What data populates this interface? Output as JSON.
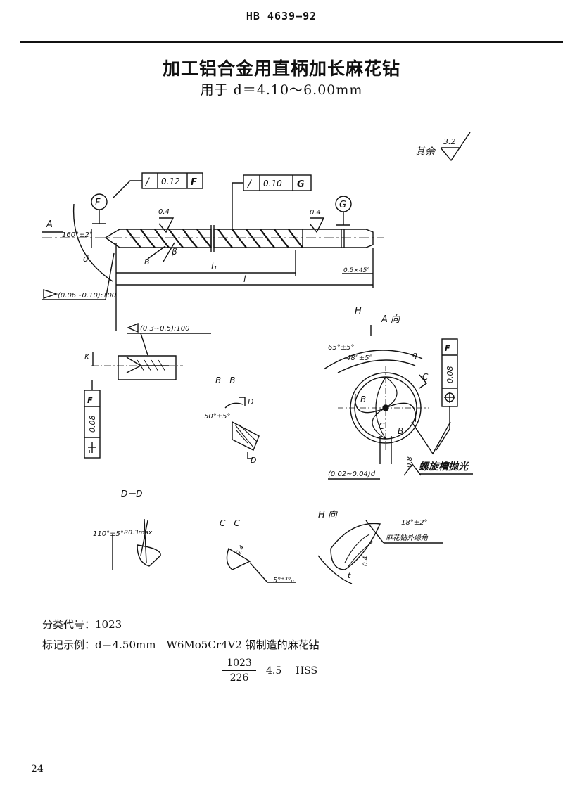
{
  "header": {
    "standard_no": "HB 4639—92"
  },
  "title": "加工铝合金用直柄加长麻花钻",
  "subtitle": "用于 d＝4.10～6.00mm",
  "drawing": {
    "roughness_other_label": "其余",
    "roughness_other_value": "3.2",
    "tol1": {
      "symbol": "/",
      "value": "0.12",
      "datum": "F"
    },
    "tol2": {
      "symbol": "/",
      "value": "0.10",
      "datum": "G"
    },
    "datum_f": "F",
    "datum_g": "G",
    "rough_04a": "0.4",
    "rough_04b": "0.4",
    "section_a": "A",
    "point_angle": "160°±2°",
    "dia_d": "d",
    "label_b": "B",
    "label_beta": "β",
    "l1": "l₁",
    "l": "l",
    "chamfer": "0.5×45°",
    "taper1": "(0.06~0.10):100",
    "taper2": "(0.3~0.5):100",
    "label_k": "K",
    "tol3": {
      "value": "0.08",
      "datum": "F"
    },
    "view_h_label": "H",
    "view_a_label": "A 向",
    "angle_65": "65°±5°",
    "angle_48": "48°±5°",
    "label_q": "q",
    "label_c": "C",
    "label_bb1": "B",
    "label_bb2": "B",
    "label_cc": "C",
    "tol4": {
      "value": "0.08",
      "datum": "F"
    },
    "rough_08": "0.8",
    "web_dim": "(0.02~0.04)d",
    "flute_polish": "螺旋槽抛光",
    "sec_bb": "B－B",
    "angle_50": "50°±5°",
    "label_d1": "D",
    "label_d2": "D",
    "sec_dd": "D－D",
    "angle_110": "110°±5°",
    "r_max": "R0.3max",
    "sec_cc": "C－C",
    "rough_04c": "0.4",
    "angle_5": "5°⁺³°₀",
    "view_h": "H 向",
    "angle_18": "18°±2°",
    "rough_04d": "0.4",
    "outer_edge": "麻花钻外缘角",
    "label_t": "t"
  },
  "classification": "分类代号：1023",
  "marking_example": "标记示例：d＝4.50mm　W6Mo5Cr4V2 钢制造的麻花钻",
  "marking": {
    "numerator": "1023",
    "denominator": "226",
    "size": "4.5",
    "material": "HSS"
  },
  "page_number": "24"
}
